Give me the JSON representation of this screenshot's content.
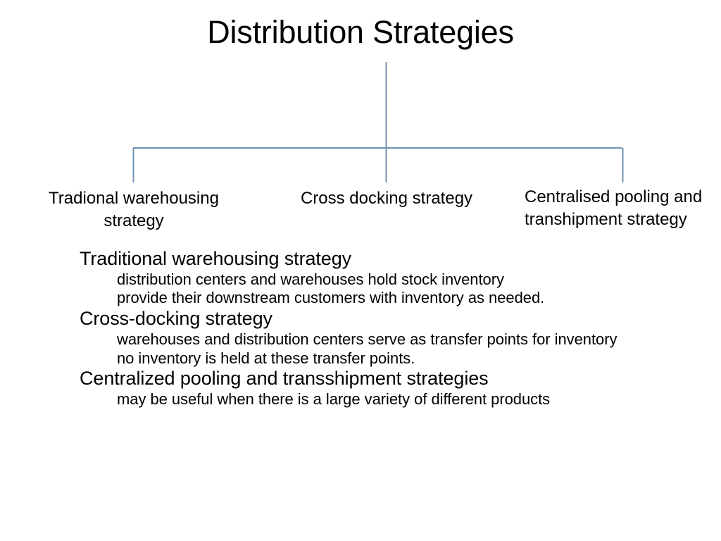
{
  "slide": {
    "title": "Distribution Strategies",
    "background_color": "#ffffff",
    "text_color": "#000000"
  },
  "diagram": {
    "type": "tree",
    "connector_color": "#7293b0",
    "root_label": "Distribution Strategies",
    "branches": [
      {
        "label": "Tradional warehousing strategy"
      },
      {
        "label": "Cross docking strategy"
      },
      {
        "label": "Centralised pooling and transhipment strategy"
      }
    ]
  },
  "outline": {
    "groups": [
      {
        "heading": "Traditional warehousing strategy",
        "items": [
          "distribution centers and warehouses hold stock inventory",
          "provide their downstream customers with inventory as needed."
        ]
      },
      {
        "heading": "Cross-docking strategy",
        "items": [
          "warehouses and distribution centers serve as transfer points for inventory",
          "no inventory is held at these transfer points."
        ]
      },
      {
        "heading": "Centralized pooling and transshipment strategies",
        "items": [
          "may be useful when there is a large variety of different products"
        ]
      }
    ]
  }
}
